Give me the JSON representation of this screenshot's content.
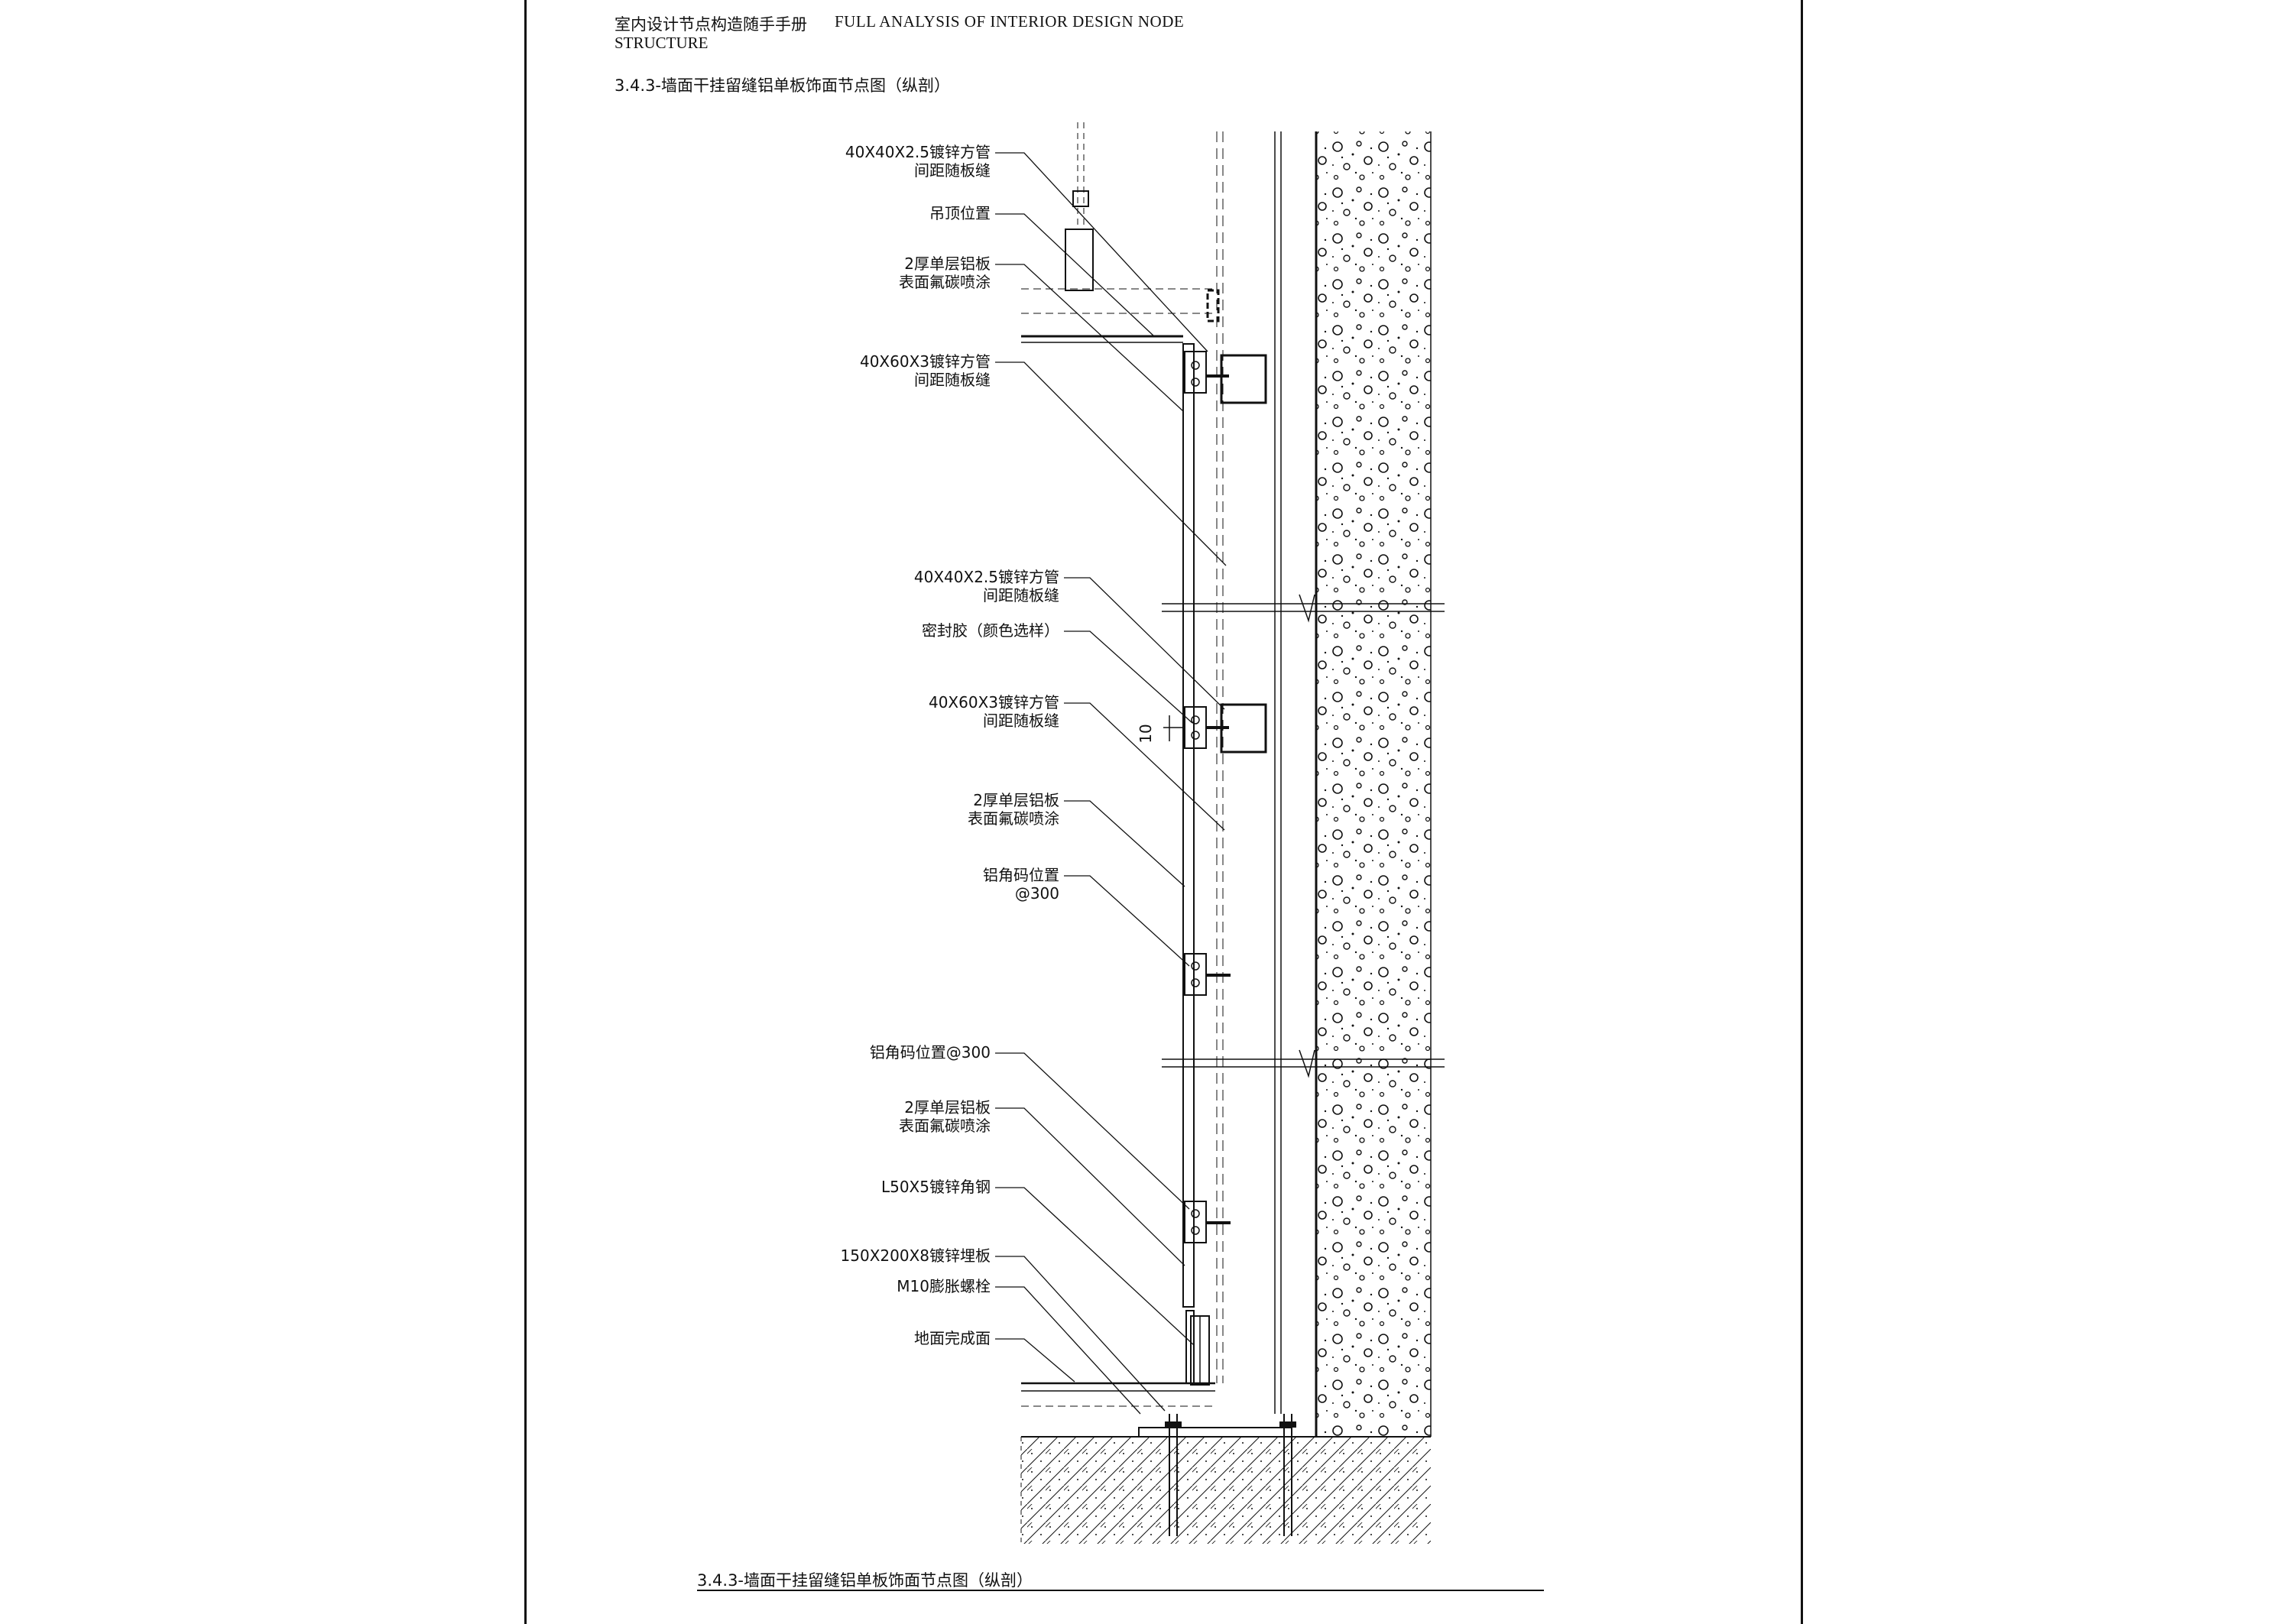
{
  "header": {
    "manual_title_cn": "室内设计节点构造随手手册",
    "manual_title_en_line1": "FULL ANALYSIS OF INTERIOR DESIGN NODE",
    "manual_title_en_line2": "STRUCTURE"
  },
  "section_title": "3.4.3-墙面干挂留缝铝单板饰面节点图（纵剖）",
  "caption": "3.4.3-墙面干挂留缝铝单板饰面节点图（纵剖）",
  "labels": [
    {
      "id": "l1",
      "lines": [
        "40X40X2.5镀锌方管",
        "间距随板缝"
      ]
    },
    {
      "id": "l2",
      "lines": [
        "吊顶位置"
      ]
    },
    {
      "id": "l3",
      "lines": [
        "2厚单层铝板",
        "表面氟碳喷涂"
      ]
    },
    {
      "id": "l4",
      "lines": [
        "40X60X3镀锌方管",
        "间距随板缝"
      ]
    },
    {
      "id": "l5",
      "lines": [
        "40X40X2.5镀锌方管",
        "间距随板缝"
      ]
    },
    {
      "id": "l6",
      "lines": [
        "密封胶（颜色选样）"
      ]
    },
    {
      "id": "l7",
      "lines": [
        "40X60X3镀锌方管",
        "间距随板缝"
      ]
    },
    {
      "id": "l8",
      "lines": [
        "2厚单层铝板",
        "表面氟碳喷涂"
      ]
    },
    {
      "id": "l9",
      "lines": [
        "铝角码位置",
        "@300"
      ]
    },
    {
      "id": "l10",
      "lines": [
        "铝角码位置@300"
      ]
    },
    {
      "id": "l11",
      "lines": [
        "2厚单层铝板",
        "表面氟碳喷涂"
      ]
    },
    {
      "id": "l12",
      "lines": [
        "L50X5镀锌角钢"
      ]
    },
    {
      "id": "l13",
      "lines": [
        "150X200X8镀锌埋板"
      ]
    },
    {
      "id": "l14",
      "lines": [
        "M10膨胀螺栓"
      ]
    },
    {
      "id": "l15",
      "lines": [
        "地面完成面"
      ]
    }
  ],
  "dimension_text": "10",
  "colors": {
    "line": "#111111",
    "background": "#ffffff"
  }
}
